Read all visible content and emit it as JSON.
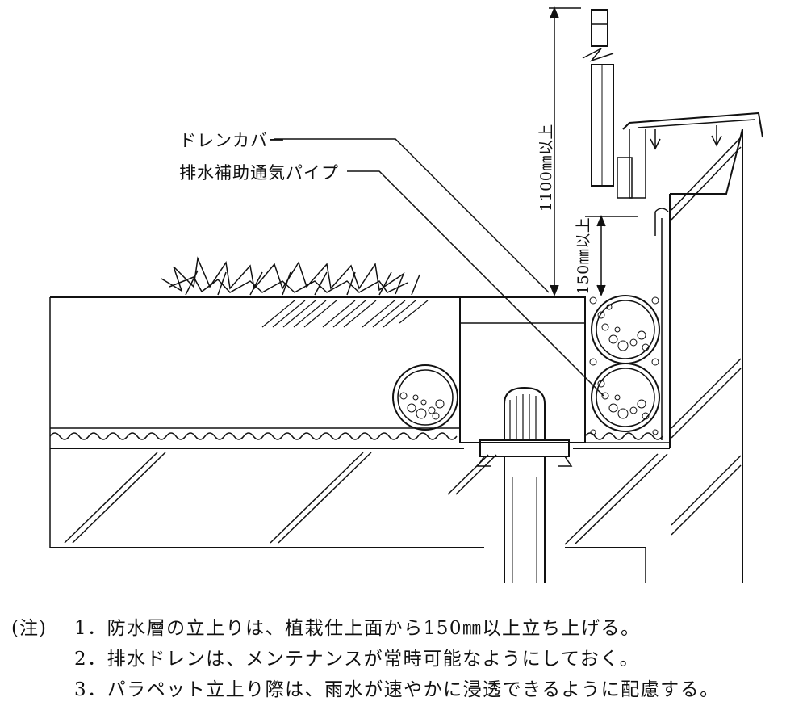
{
  "labels": {
    "drain_cover": "ドレンカバー",
    "vent_pipe": "排水補助通気パイプ",
    "dim_1100": "1100㎜以上",
    "dim_150": "150㎜以上"
  },
  "notes": {
    "prefix": "(注)",
    "items": [
      "1．防水層の立上りは、植栽仕上面から150㎜以上立ち上げる。",
      "2．排水ドレンは、メンテナンスが常時可能なようにしておく。",
      "3．パラペット立上り際は、雨水が速やかに浸透できるように配慮する。"
    ]
  }
}
